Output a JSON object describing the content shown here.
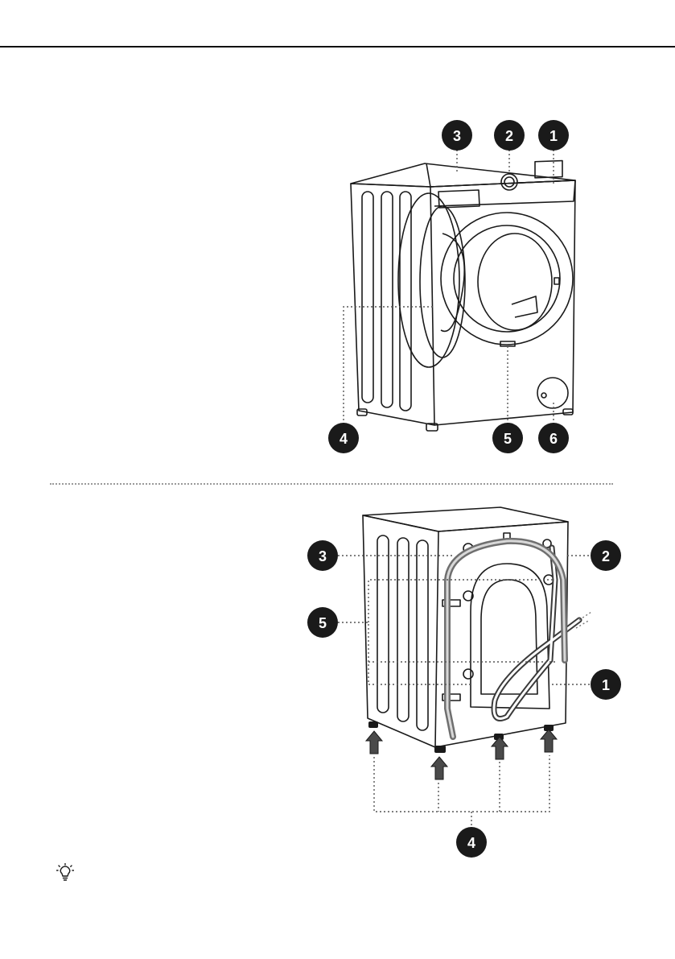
{
  "front_view": {
    "callouts": [
      {
        "number": "1"
      },
      {
        "number": "2"
      },
      {
        "number": "3"
      },
      {
        "number": "4"
      },
      {
        "number": "5"
      },
      {
        "number": "6"
      }
    ]
  },
  "rear_view": {
    "callouts": [
      {
        "number": "1"
      },
      {
        "number": "2"
      },
      {
        "number": "3"
      },
      {
        "number": "4"
      },
      {
        "number": "5"
      }
    ]
  },
  "tip": {
    "icon": "lightbulb-icon"
  }
}
